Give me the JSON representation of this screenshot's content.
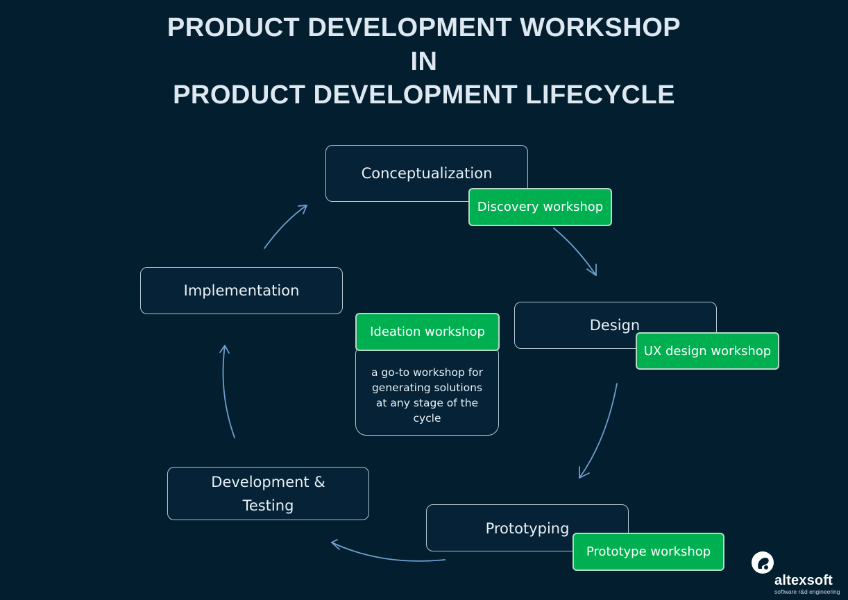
{
  "title": {
    "line1": "PRODUCT DEVELOPMENT WORKSHOP",
    "line2": "IN",
    "line3": "PRODUCT DEVELOPMENT LIFECYCLE"
  },
  "stages": {
    "conceptualization": "Conceptualization",
    "design": "Design",
    "prototyping": "Prototyping",
    "development_line1": "Development &",
    "development_line2": "Testing",
    "implementation": "Implementation"
  },
  "workshops": {
    "discovery": "Discovery workshop",
    "ux_design": "UX design workshop",
    "prototype": "Prototype workshop",
    "ideation": "Ideation workshop"
  },
  "ideation_note": {
    "line1": "a go-to workshop for",
    "line2": "generating solutions",
    "line3": "at any stage of the",
    "line4": "cycle"
  },
  "logo": {
    "name": "altexsoft",
    "tagline": "software r&d engineering"
  },
  "colors": {
    "background": "#021e2f",
    "stage_fill": "#052236",
    "stage_border": "#b5c7d5",
    "workshop_green": "#00b050",
    "arrow": "#6f9fcf"
  }
}
